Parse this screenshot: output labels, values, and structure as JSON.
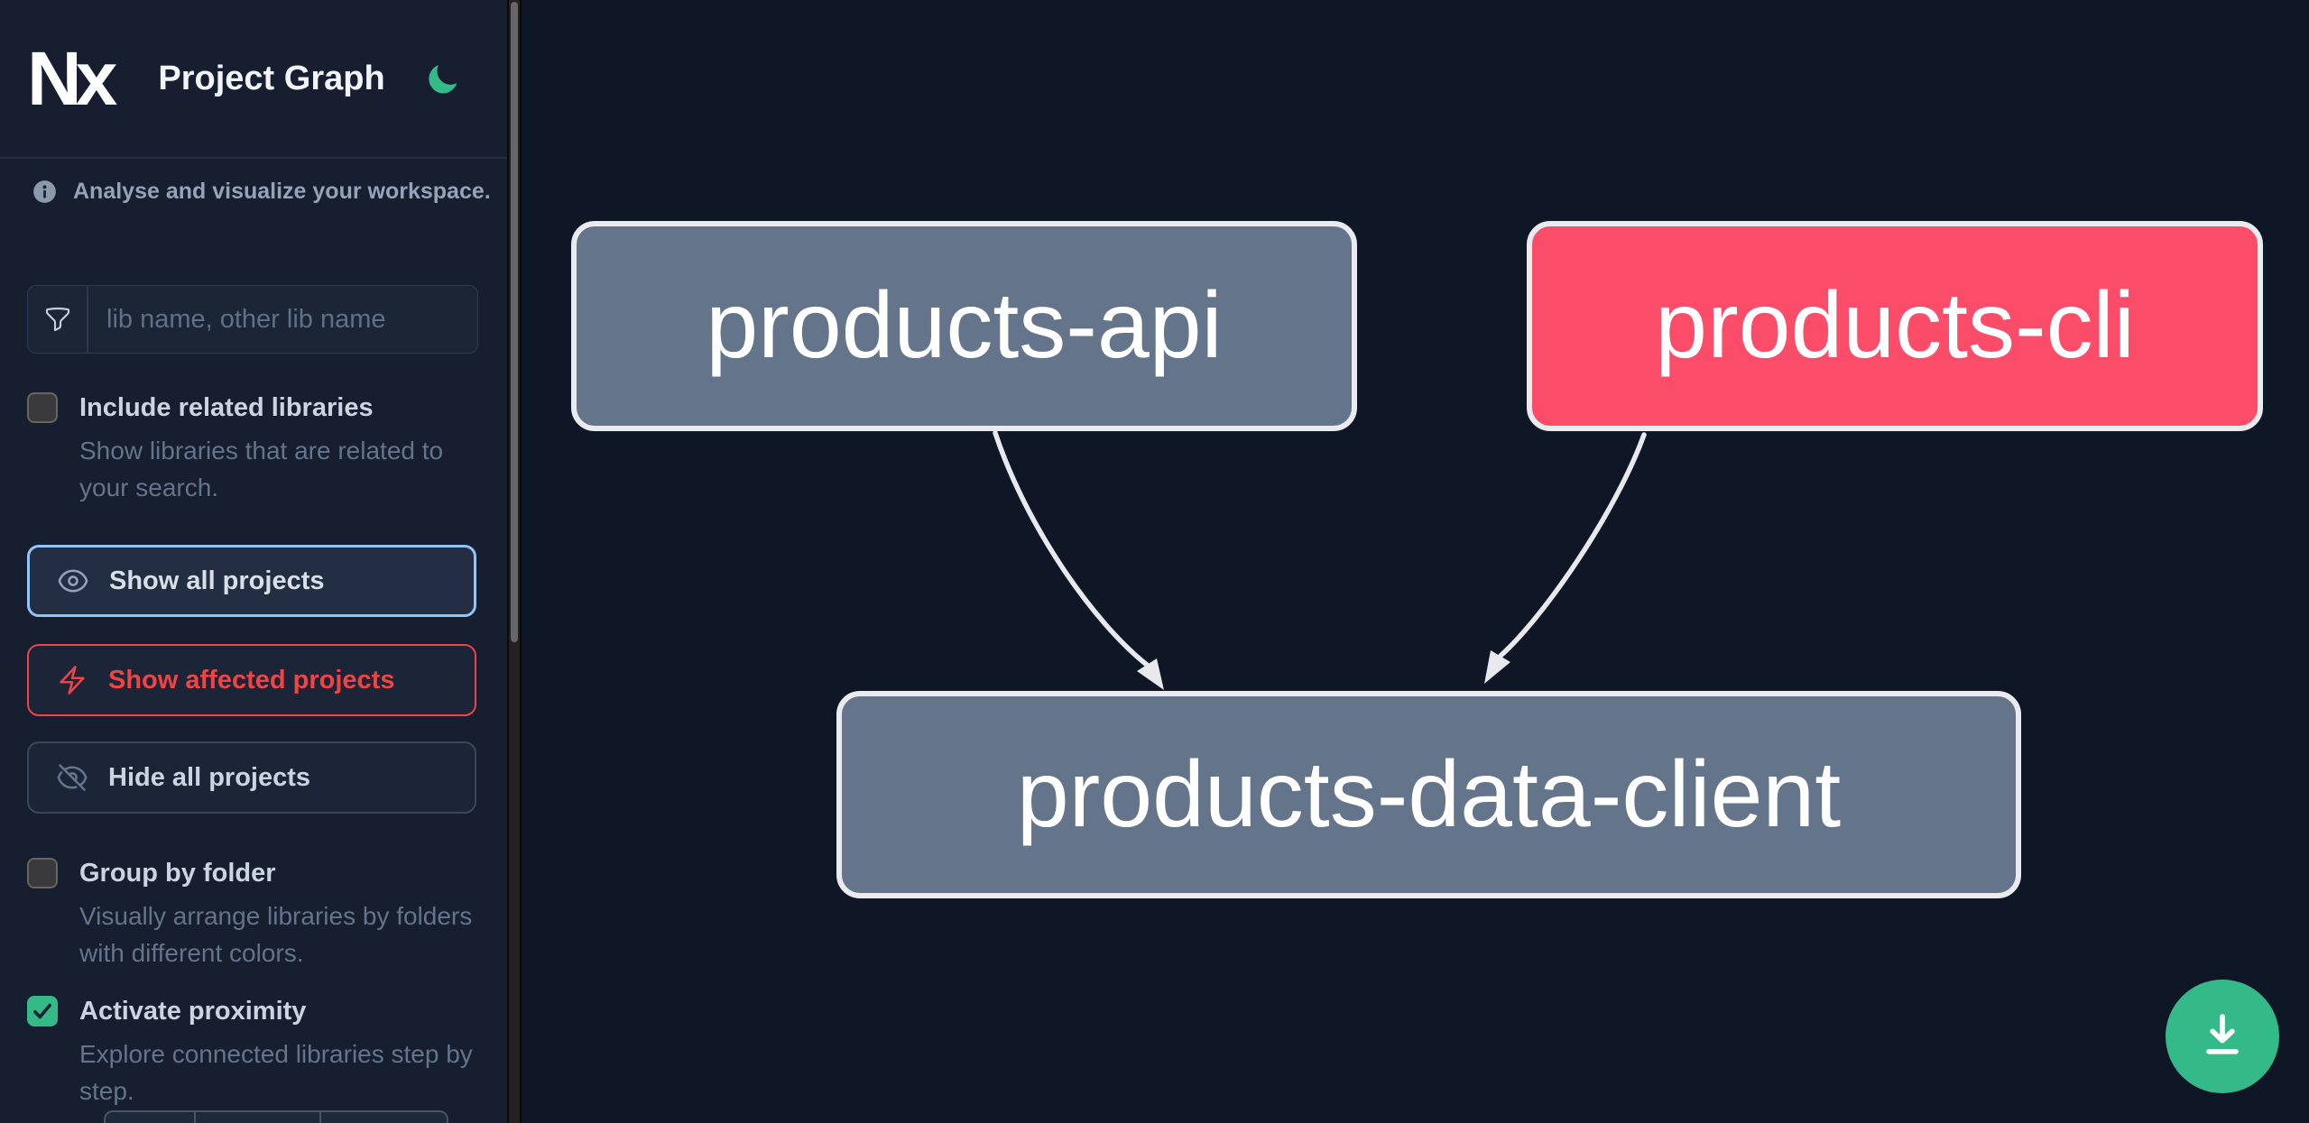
{
  "header": {
    "logo_text": "Nx",
    "title": "Project Graph",
    "theme_icon": "moon-icon"
  },
  "sidebar": {
    "tagline": "Analyse and visualize your workspace.",
    "search_placeholder": "lib name, other lib name",
    "checkbox_include": {
      "label": "Include related libraries",
      "description": "Show libraries that are related to your search.",
      "checked": false
    },
    "buttons": {
      "show_all": "Show all projects",
      "show_affected": "Show affected projects",
      "hide_all": "Hide all projects"
    },
    "checkbox_group": {
      "label": "Group by folder",
      "description": "Visually arrange libraries by folders with different colors.",
      "checked": false
    },
    "checkbox_proximity": {
      "label": "Activate proximity",
      "description": "Explore connected libraries step by step.",
      "checked": true
    }
  },
  "graph": {
    "nodes": [
      {
        "label": "products-api",
        "state": "normal"
      },
      {
        "label": "products-cli",
        "state": "affected"
      },
      {
        "label": "products-data-client",
        "state": "normal"
      }
    ],
    "edges": [
      {
        "source": "products-api",
        "target": "products-data-client"
      },
      {
        "source": "products-cli",
        "target": "products-data-client"
      }
    ]
  },
  "icons": {
    "filter": "funnel-icon",
    "info": "info-icon",
    "show_all": "eye-icon",
    "show_affected": "bolt-icon",
    "hide_all": "eye-slash-icon",
    "fab": "download-icon",
    "theme": "moon-icon"
  },
  "colors": {
    "sidebar_bg": "#161e2f",
    "canvas_bg": "#0f1626",
    "node_normal": "#64748b",
    "node_affected": "#fb4d6a",
    "node_border": "#e9ebef",
    "accent_green": "#34b989",
    "focus_blue": "#93c5fd",
    "affected_red": "#ef4444",
    "edge": "#e7e9ec"
  }
}
